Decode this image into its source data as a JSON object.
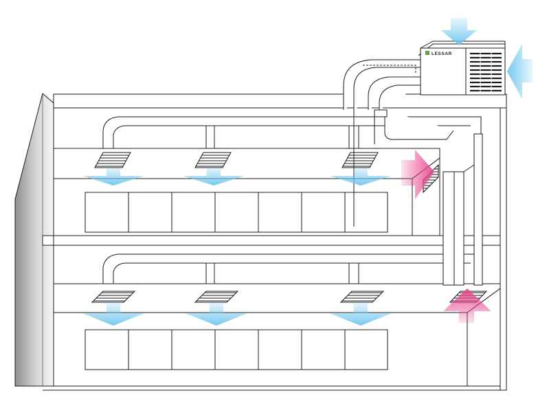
{
  "brand": {
    "name": "LESSAR",
    "logo_color": "#5aaa3c"
  },
  "colors": {
    "line": "#1a1a1a",
    "supply_air": "#6cc6ef",
    "return_air": "#e8458c",
    "fresh_air": "#6cc6ef",
    "wall_shade_dark": "#9a9a9a",
    "wall_shade_light": "#f2f2f2"
  },
  "floors": [
    {
      "name": "upper-floor",
      "supply_diffusers": 3,
      "return_grille": 1,
      "desks": 7
    },
    {
      "name": "lower-floor",
      "supply_diffusers": 3,
      "return_grille": 1,
      "desks": 7
    }
  ],
  "rooftop_unit": {
    "fresh_air_intakes": 2
  }
}
